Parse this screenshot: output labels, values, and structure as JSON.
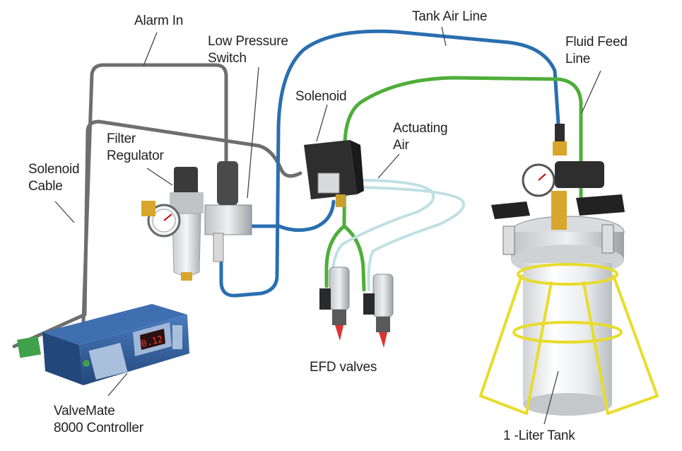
{
  "labels": {
    "alarm_in": "Alarm In",
    "low_pressure_switch": "Low Pressure\nSwitch",
    "tank_air_line": "Tank Air Line",
    "fluid_feed_line": "Fluid Feed\nLine",
    "solenoid": "Solenoid",
    "filter_regulator": "Filter\nRegulator",
    "actuating_air": "Actuating\nAir",
    "solenoid_cable": "Solenoid\nCable",
    "efd_valves": "EFD valves",
    "valvemate_controller": "ValveMate\n8000 Controller",
    "one_liter_tank": "1 -Liter Tank"
  },
  "controller_display": "0.12",
  "colors": {
    "tube_blue": "#2a6fb0",
    "tube_green": "#4fae3a",
    "tube_light": "#bfe0e4",
    "cable_gray": "#6e6e6e",
    "controller_blue": "#2f5f9e",
    "stand_yellow": "#e8dc2a",
    "brass": "#d8a62a"
  }
}
